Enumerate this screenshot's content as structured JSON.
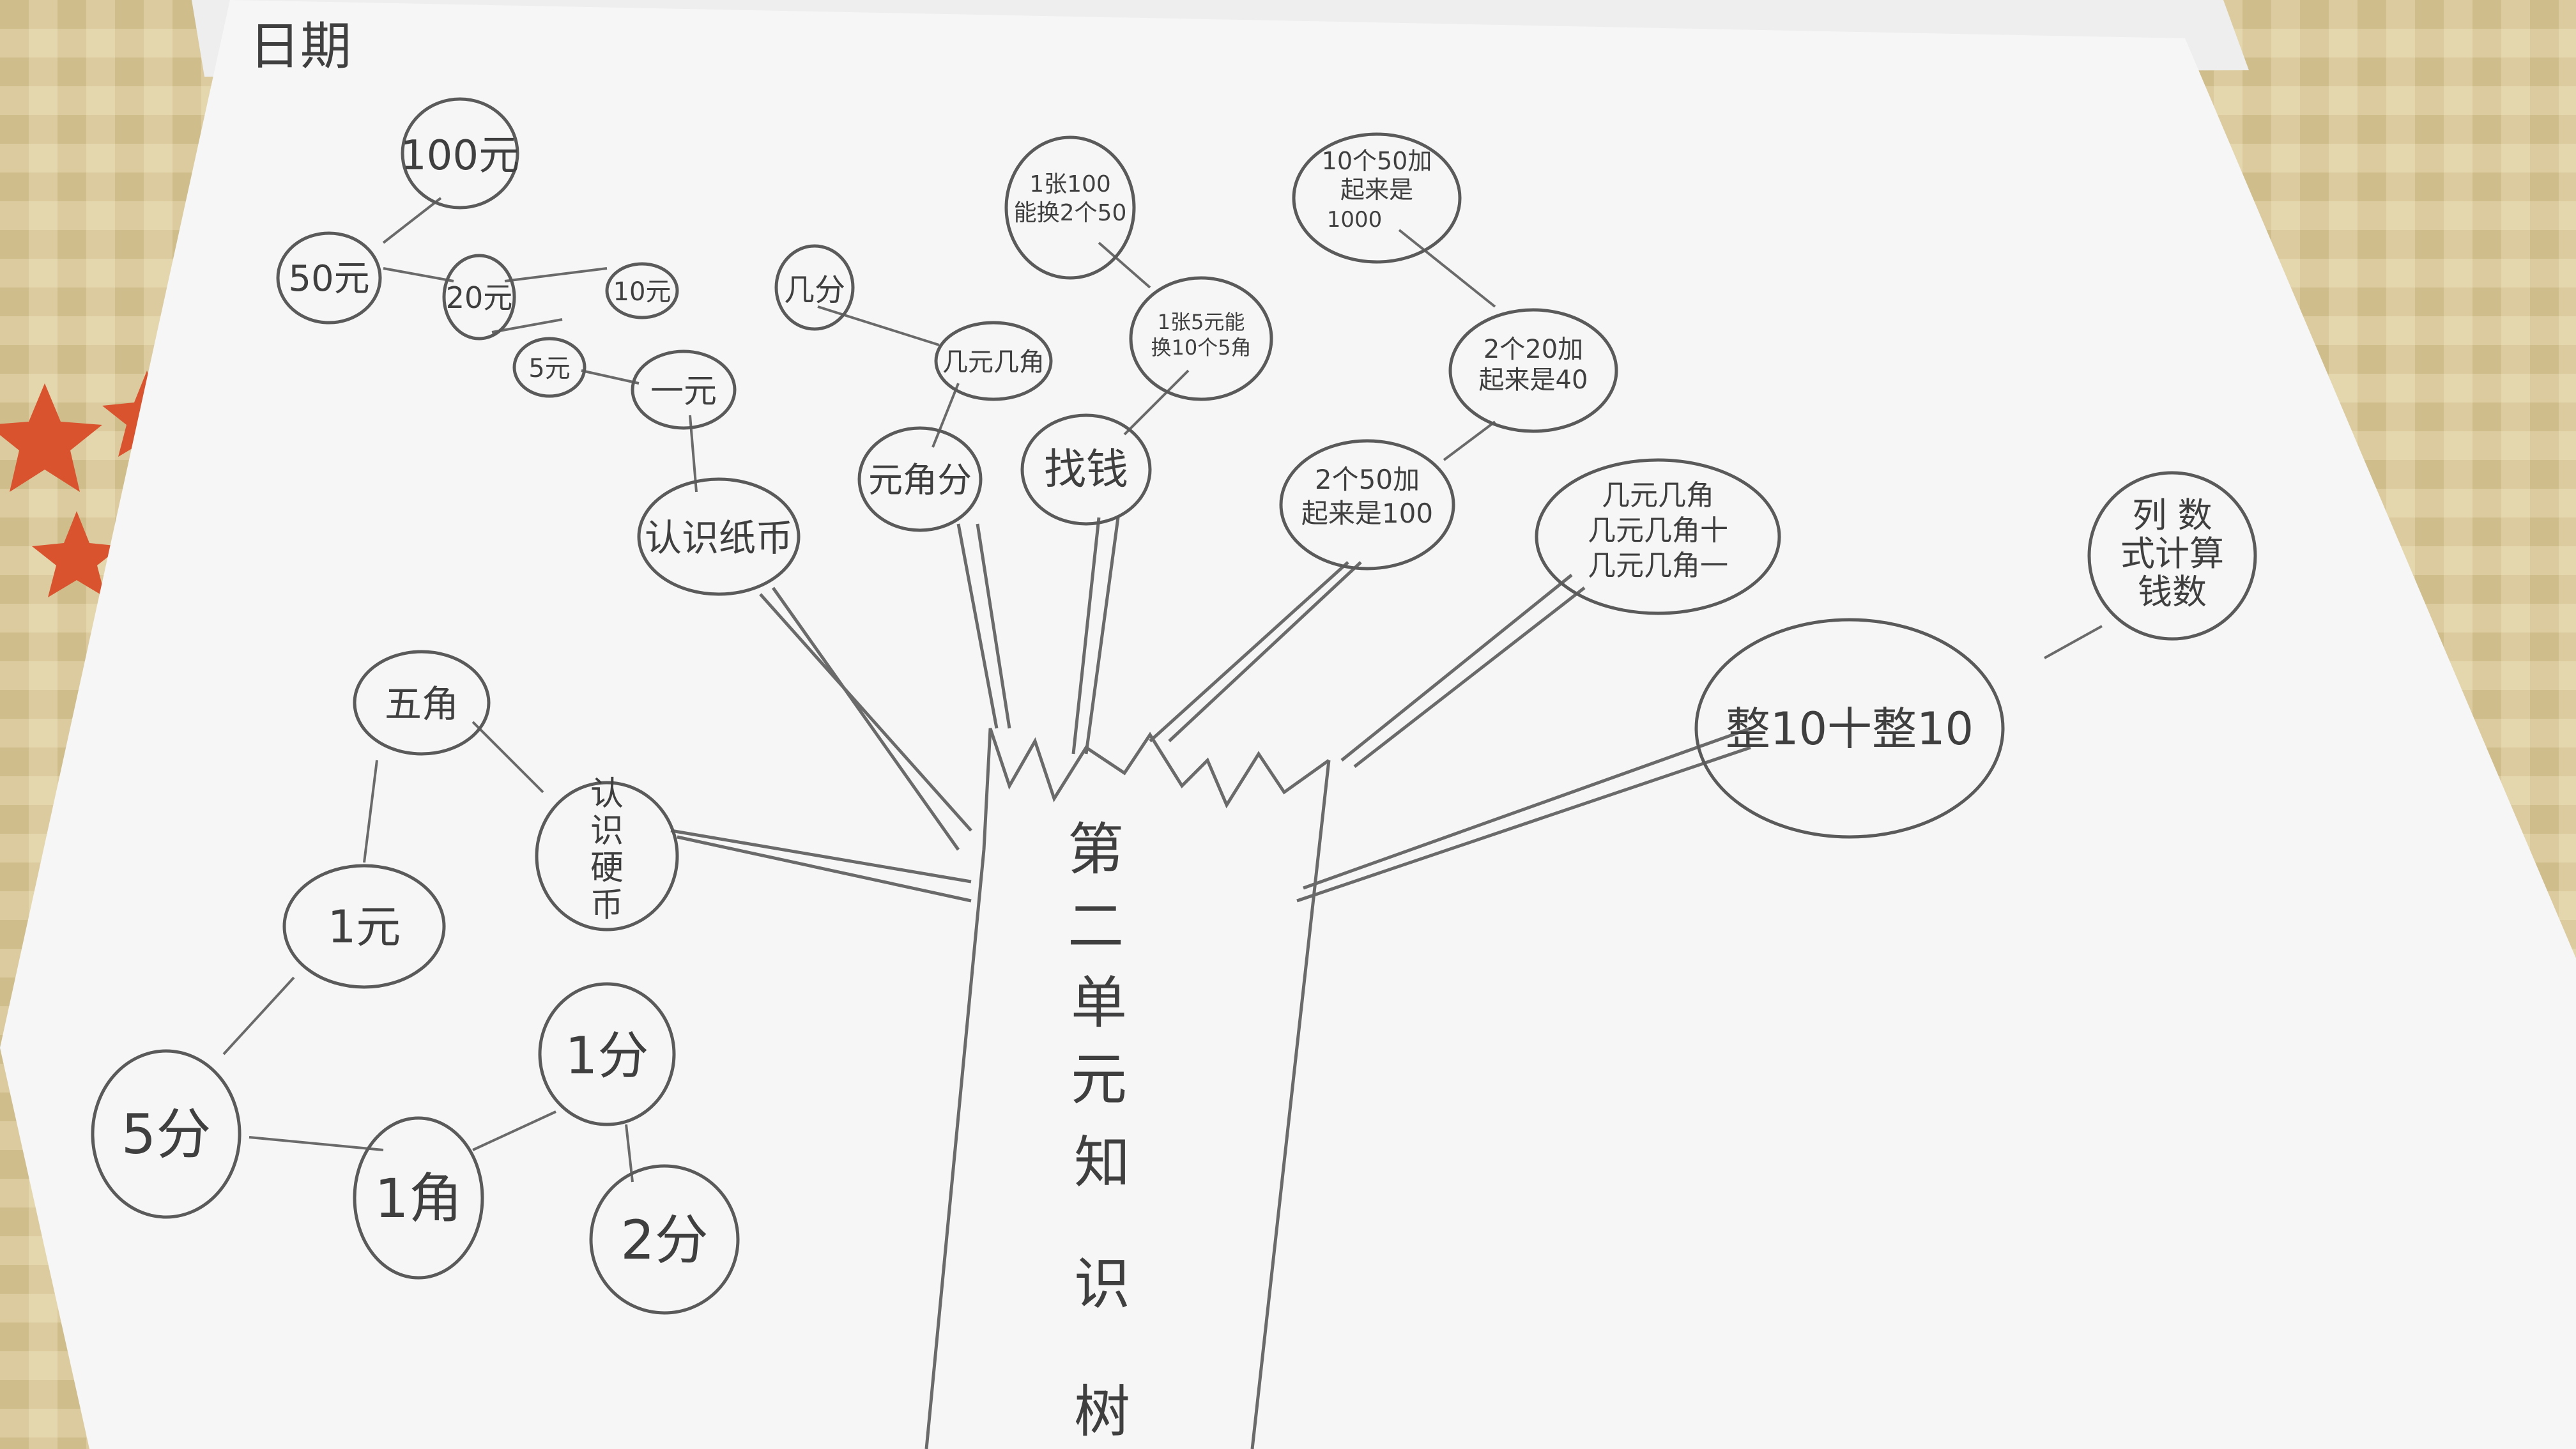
{
  "header": {
    "date_label": "日期"
  },
  "trunk": {
    "title_chars": [
      "第",
      "二",
      "单",
      "元",
      "知",
      "识",
      "树"
    ]
  },
  "nodes": {
    "n100yuan": "100元",
    "n50yuan": "50元",
    "n20yuan": "20元",
    "n10yuan": "10元",
    "n5yuan": "5元",
    "n1yuan_top": "一元",
    "recognize_notes": "认识纸币",
    "jifen": "几分",
    "jiyuanjijiao": "几元几角",
    "yuanjiaofen": "元角分",
    "exchange100": [
      "1张100",
      "能换2个50"
    ],
    "exchange5": [
      "1张5元能",
      "换10个5角"
    ],
    "zhaoqian": "找钱",
    "ten50": [
      "10个50加",
      "起来是",
      "1000"
    ],
    "two20": [
      "2个20加",
      "起来是40"
    ],
    "two50": [
      "2个50加",
      "起来是100"
    ],
    "mixed": [
      "几元几角",
      "几元几角十",
      "几元几角一"
    ],
    "zheng": "整10十整10",
    "lieshi": [
      "列 数",
      "式计算",
      "钱数"
    ],
    "wujiao": "五角",
    "recognize_coins": [
      "认",
      "识",
      "硬",
      "币"
    ],
    "n1yuan": "1元",
    "n5fen": "5分",
    "n1jiao": "1角",
    "n1fen": "1分",
    "n2fen": "2分"
  }
}
